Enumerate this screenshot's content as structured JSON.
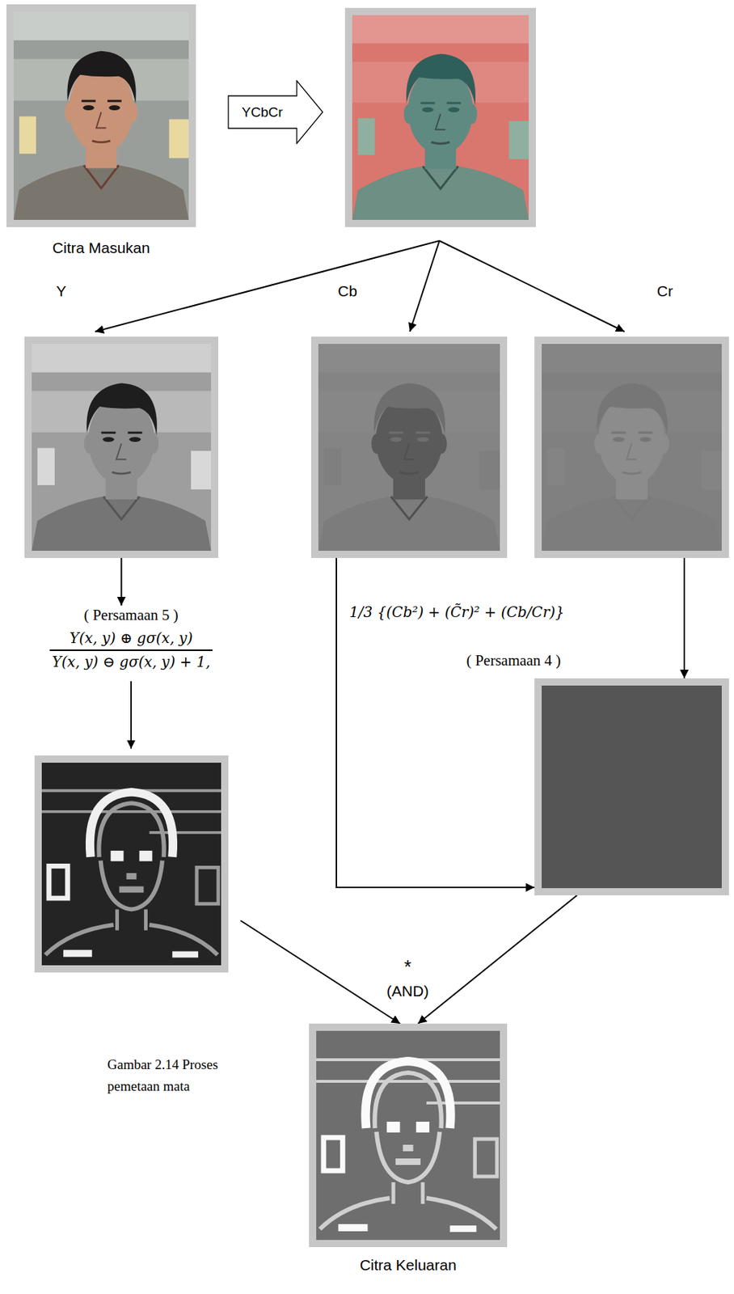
{
  "diagram": {
    "caption": "Gambar 2.14 Proses pemetaan mata",
    "nodes": [
      {
        "text": [
          "Citra Masukan"
        ]
      },
      {
        "text": [
          "YCbCr"
        ]
      },
      {
        "text": [
          "Y"
        ]
      },
      {
        "text": [
          "Cb"
        ]
      },
      {
        "text": [
          "Cr"
        ]
      },
      {
        "text": [
          "( Persamaan 5 )",
          "Y(x, y) ⊕ gσ(x, y)",
          "Y(x, y) ⊖ gσ(x, y) + 1,"
        ]
      },
      {
        "text": [
          "1/3 {(Cb²) + (C̃r)² + (Cb/Cr)}",
          "( Persamaan 4 )"
        ]
      },
      {
        "text": [
          "Citra Keluaran"
        ]
      }
    ],
    "edges": [
      {
        "from": 2,
        "to": 5,
        "arrow": "to"
      },
      {
        "from": 3,
        "to": 6,
        "arrow": "to"
      },
      {
        "from": 4,
        "to": 6,
        "arrow": "to"
      },
      {
        "from": 5,
        "to": 7,
        "arrow": "to"
      },
      {
        "from": 6,
        "to": 7,
        "arrow": "to"
      }
    ],
    "labels": [
      "*",
      "(AND)"
    ]
  }
}
